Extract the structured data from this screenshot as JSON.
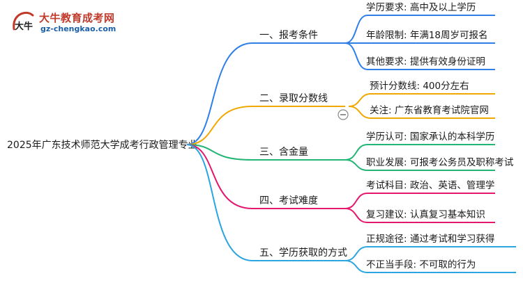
{
  "brand": {
    "title": "大牛教育成考网",
    "url": "gz-chengkao.com",
    "mark_text": "大牛"
  },
  "root": "2025年广东技术师范大学成考行政管理专业",
  "branches": [
    {
      "label": "一、报考条件",
      "color": "#2f7fe8",
      "leaves": [
        "学历要求: 高中及以上学历",
        "年龄限制: 年满18周岁可报名",
        "其他要求: 提供有效身份证明"
      ]
    },
    {
      "label": "二、录取分数线",
      "color": "#f0a800",
      "leaves": [
        "预计分数线: 400分左右",
        "关注: 广东省教育考试院官网"
      ]
    },
    {
      "label": "三、含金量",
      "color": "#22b573",
      "leaves": [
        "学历认可: 国家承认的本科学历",
        "职业发展: 可报考公务员及职称考试"
      ]
    },
    {
      "label": "四、考试难度",
      "color": "#e4176e",
      "leaves": [
        "考试科目: 政治、英语、管理学",
        "复习建议: 认真复习基本知识"
      ]
    },
    {
      "label": "五、学历获取的方式",
      "color": "#2ba5e0",
      "leaves": [
        "正规途径: 通过考试和学习获得",
        "不正当手段: 不可取的行为"
      ]
    }
  ]
}
